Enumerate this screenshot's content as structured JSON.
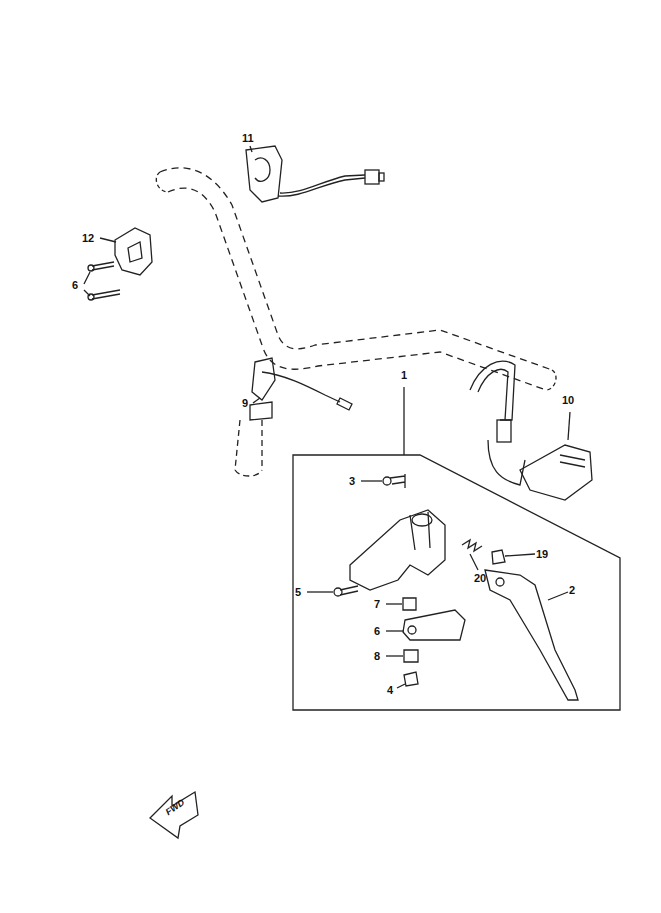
{
  "diagram": {
    "labels": [
      "11",
      "12",
      "6",
      "9",
      "1",
      "10",
      "3",
      "20",
      "19",
      "5",
      "7",
      "2",
      "6",
      "8",
      "4",
      "FWD"
    ]
  }
}
